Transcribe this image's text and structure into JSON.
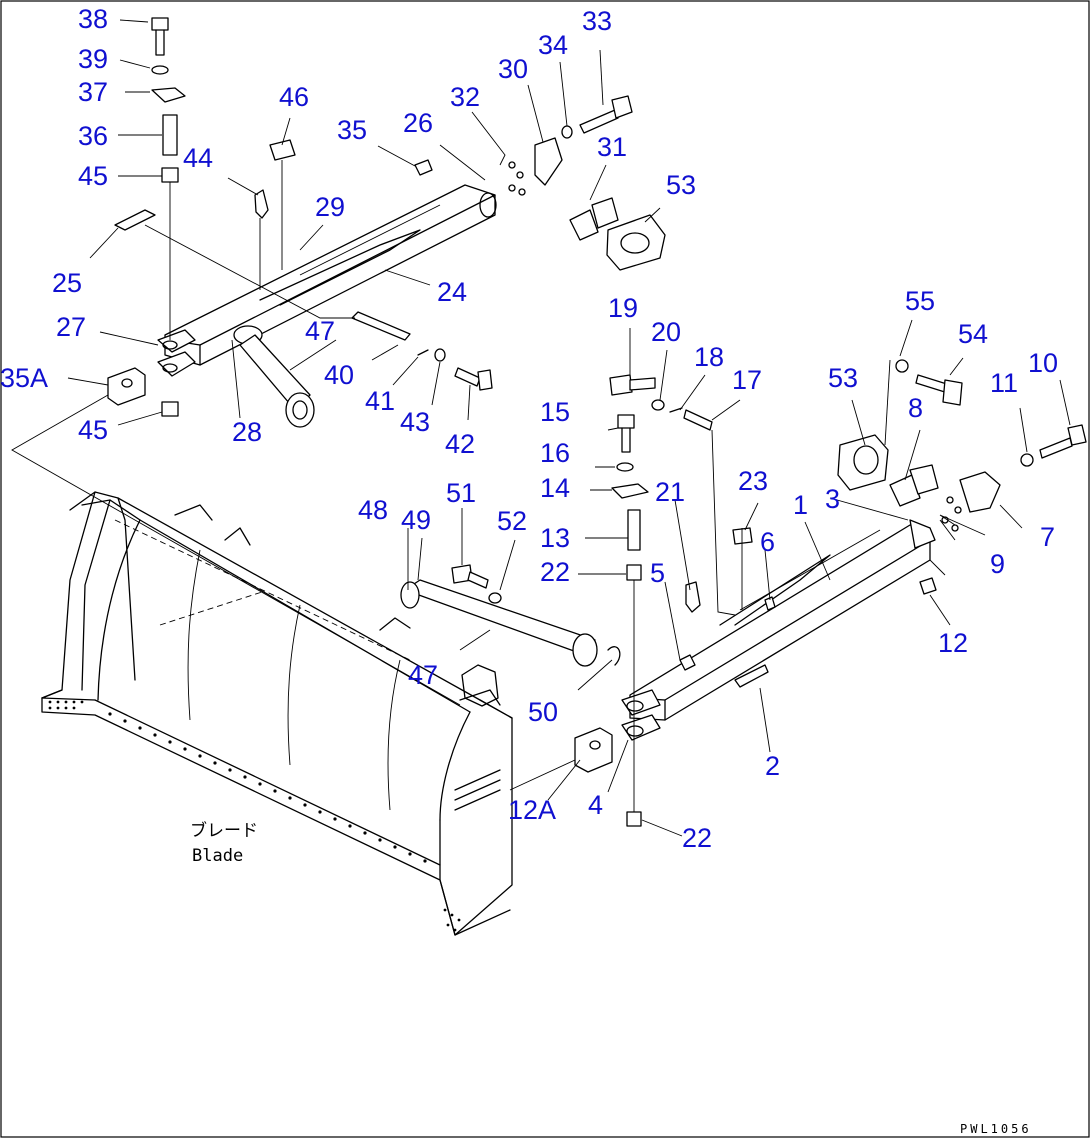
{
  "diagram": {
    "code": "PWL1056",
    "blade_label_jp": "ブレード",
    "blade_label_en": "Blade",
    "callouts": [
      {
        "id": "c38",
        "text": "38"
      },
      {
        "id": "c39",
        "text": "39"
      },
      {
        "id": "c37",
        "text": "37"
      },
      {
        "id": "c36",
        "text": "36"
      },
      {
        "id": "c45a",
        "text": "45"
      },
      {
        "id": "c44",
        "text": "44"
      },
      {
        "id": "c46",
        "text": "46"
      },
      {
        "id": "c35",
        "text": "35"
      },
      {
        "id": "c26",
        "text": "26"
      },
      {
        "id": "c32",
        "text": "32"
      },
      {
        "id": "c30",
        "text": "30"
      },
      {
        "id": "c34",
        "text": "34"
      },
      {
        "id": "c33",
        "text": "33"
      },
      {
        "id": "c31",
        "text": "31"
      },
      {
        "id": "c53a",
        "text": "53"
      },
      {
        "id": "c29",
        "text": "29"
      },
      {
        "id": "c25",
        "text": "25"
      },
      {
        "id": "c24",
        "text": "24"
      },
      {
        "id": "c27",
        "text": "27"
      },
      {
        "id": "c47a",
        "text": "47"
      },
      {
        "id": "c35a",
        "text": "35A"
      },
      {
        "id": "c40",
        "text": "40"
      },
      {
        "id": "c41",
        "text": "41"
      },
      {
        "id": "c43",
        "text": "43"
      },
      {
        "id": "c42",
        "text": "42"
      },
      {
        "id": "c45b",
        "text": "45"
      },
      {
        "id": "c28",
        "text": "28"
      },
      {
        "id": "c19",
        "text": "19"
      },
      {
        "id": "c20",
        "text": "20"
      },
      {
        "id": "c18",
        "text": "18"
      },
      {
        "id": "c17",
        "text": "17"
      },
      {
        "id": "c55",
        "text": "55"
      },
      {
        "id": "c54",
        "text": "54"
      },
      {
        "id": "c53b",
        "text": "53"
      },
      {
        "id": "c8",
        "text": "8"
      },
      {
        "id": "c11",
        "text": "11"
      },
      {
        "id": "c10",
        "text": "10"
      },
      {
        "id": "c15",
        "text": "15"
      },
      {
        "id": "c16",
        "text": "16"
      },
      {
        "id": "c14",
        "text": "14"
      },
      {
        "id": "c21",
        "text": "21"
      },
      {
        "id": "c23",
        "text": "23"
      },
      {
        "id": "c1",
        "text": "1"
      },
      {
        "id": "c3",
        "text": "3"
      },
      {
        "id": "c7",
        "text": "7"
      },
      {
        "id": "c48",
        "text": "48"
      },
      {
        "id": "c49",
        "text": "49"
      },
      {
        "id": "c51",
        "text": "51"
      },
      {
        "id": "c52",
        "text": "52"
      },
      {
        "id": "c13",
        "text": "13"
      },
      {
        "id": "c6",
        "text": "6"
      },
      {
        "id": "c9",
        "text": "9"
      },
      {
        "id": "c22a",
        "text": "22"
      },
      {
        "id": "c5",
        "text": "5"
      },
      {
        "id": "c12",
        "text": "12"
      },
      {
        "id": "c47b",
        "text": "47"
      },
      {
        "id": "c50",
        "text": "50"
      },
      {
        "id": "c2",
        "text": "2"
      },
      {
        "id": "c12a",
        "text": "12A"
      },
      {
        "id": "c4",
        "text": "4"
      },
      {
        "id": "c22b",
        "text": "22"
      }
    ]
  }
}
